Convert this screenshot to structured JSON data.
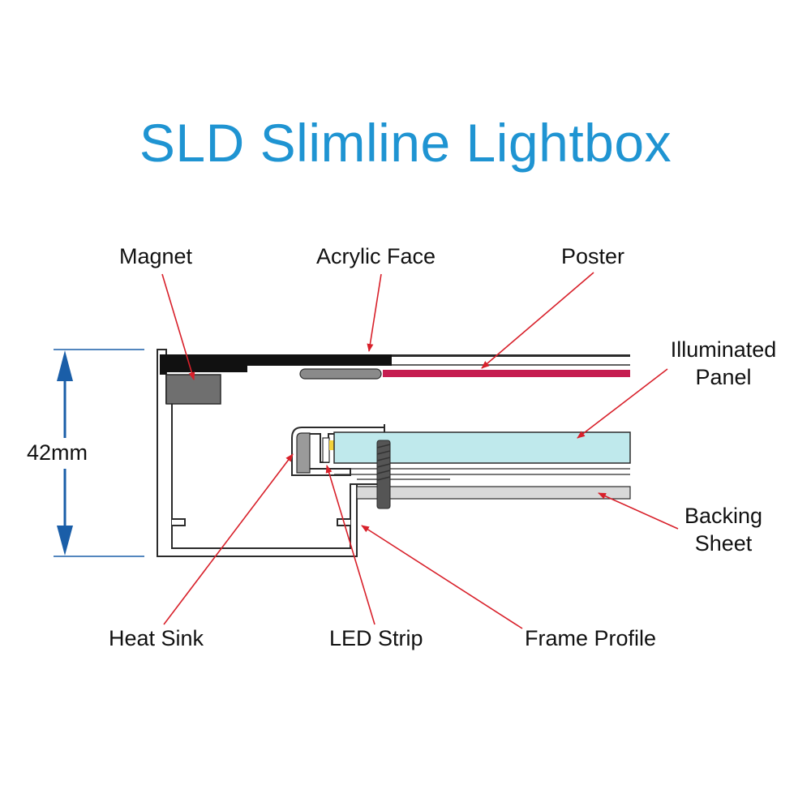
{
  "title": "SLD Slimline Lightbox",
  "dimension": {
    "label": "42mm"
  },
  "labels": {
    "magnet": "Magnet",
    "acrylic_face": "Acrylic Face",
    "poster": "Poster",
    "illuminated_panel_line1": "Illuminated",
    "illuminated_panel_line2": "Panel",
    "backing_sheet_line1": "Backing",
    "backing_sheet_line2": "Sheet",
    "heat_sink": "Heat Sink",
    "led_strip": "LED Strip",
    "frame_profile": "Frame Profile"
  },
  "colors": {
    "title": "#1f94d2",
    "dimension": "#1a5ea8",
    "leader": "#d8202a",
    "poster": "#c51d50",
    "panel": "#bfe9ec",
    "acrylic": "#111111",
    "frame_outline": "#2b2b2b",
    "magnet": "#6f6f6f",
    "screw": "#555555",
    "backing": "#d9d9d9",
    "led": "#f3d23a"
  }
}
